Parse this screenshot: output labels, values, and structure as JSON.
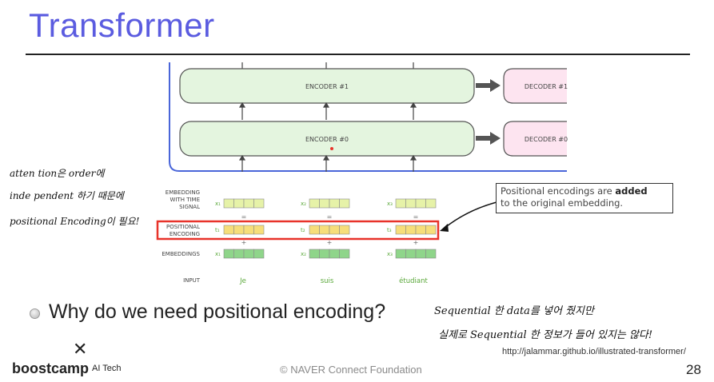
{
  "slide": {
    "title": "Transformer",
    "question": "Why do we need positional encoding?",
    "source": "http://jalammar.github.io/illustrated-transformer/",
    "footer": "© NAVER Connect Foundation",
    "page_number": "28",
    "logo_mark": "✕",
    "logo_text": "boostcamp",
    "logo_subtext": "AI Tech"
  },
  "diagram": {
    "encoders": [
      "ENCODER #1",
      "ENCODER #0"
    ],
    "decoders": [
      "DECODER #1",
      "DECODER #0"
    ],
    "row_labels": {
      "signal": [
        "EMBEDDING",
        "WITH TIME",
        "SIGNAL"
      ],
      "positional": [
        "POSITIONAL",
        "ENCODING"
      ],
      "embeddings": "EMBEDDINGS",
      "input": "INPUT"
    },
    "signal_vectors": [
      "x₁",
      "x₂",
      "x₃"
    ],
    "positional_vectors": [
      "t₁",
      "t₂",
      "t₃"
    ],
    "embedding_vectors": [
      "x₁",
      "x₂",
      "x₃"
    ],
    "inputs": [
      "Je",
      "suis",
      "étudiant"
    ],
    "eq_sign": "=",
    "plus_sign": "+",
    "colors": {
      "encoder_fill": "#e4f5df",
      "decoder_fill": "#fde4f0",
      "signal_cell": "#e6f2a8",
      "positional_cell": "#f6de7a",
      "embedding_cell": "#8fd58a",
      "highlight_box": "#e8332a",
      "frame_line": "#4a66d9"
    }
  },
  "callout": {
    "text_before": "Positional encodings are ",
    "bold": "added",
    "text_after": "to the original embedding."
  },
  "handwritten_notes": {
    "left": [
      "atten tion은 order에",
      "inde pendent 하기 때문에",
      "positional Encoding이 필요!"
    ],
    "right": [
      "Sequential 한 data를 넣어 줬지만",
      "실제로 Sequential 한 정보가 들어 있지는 않다!"
    ]
  }
}
